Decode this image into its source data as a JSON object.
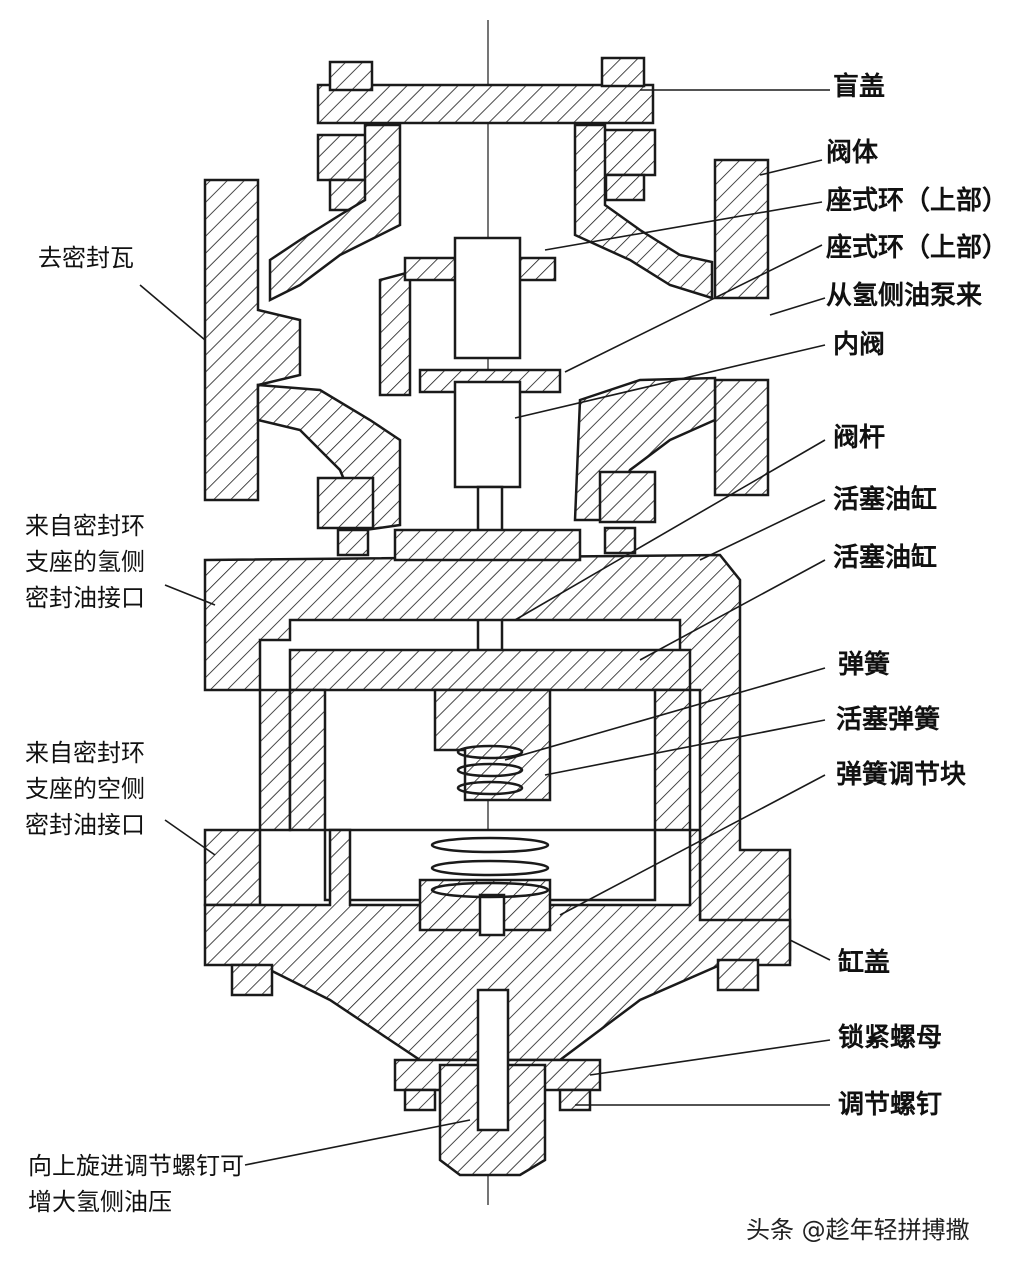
{
  "labels_right": [
    {
      "id": "blind-cover",
      "text": "盲盖"
    },
    {
      "id": "valve-body",
      "text": "阀体"
    },
    {
      "id": "seat-ring-upper-1",
      "text": "座式环（上部）"
    },
    {
      "id": "seat-ring-upper-2",
      "text": "座式环（上部）"
    },
    {
      "id": "from-h2-pump",
      "text": "从氢侧油泵来"
    },
    {
      "id": "inner-valve",
      "text": "内阀"
    },
    {
      "id": "valve-stem",
      "text": "阀杆"
    },
    {
      "id": "piston-cylinder-1",
      "text": "活塞油缸"
    },
    {
      "id": "piston-cylinder-2",
      "text": "活塞油缸"
    },
    {
      "id": "spring",
      "text": "弹簧"
    },
    {
      "id": "piston-spring",
      "text": "活塞弹簧"
    },
    {
      "id": "spring-adjust-block",
      "text": "弹簧调节块"
    },
    {
      "id": "cylinder-cover",
      "text": "缸盖"
    },
    {
      "id": "lock-nut",
      "text": "锁紧螺母"
    },
    {
      "id": "adjust-screw",
      "text": "调节螺钉"
    }
  ],
  "labels_left": [
    {
      "id": "to-seal-pad",
      "text": "去密封瓦"
    },
    {
      "id": "h2-side-port",
      "text": "来自密封环支座的氢侧密封油接口"
    },
    {
      "id": "air-side-port",
      "text": "来自密封环支座的空侧密封油接口"
    },
    {
      "id": "adjust-note",
      "text": "向上旋进调节螺钉可增大氢侧油压"
    }
  ],
  "watermark": "头条 @趁年轻拼搏撒",
  "colors": {
    "line": "#1a1a1a",
    "hatch": "#1a1a1a",
    "background": "#ffffff"
  }
}
